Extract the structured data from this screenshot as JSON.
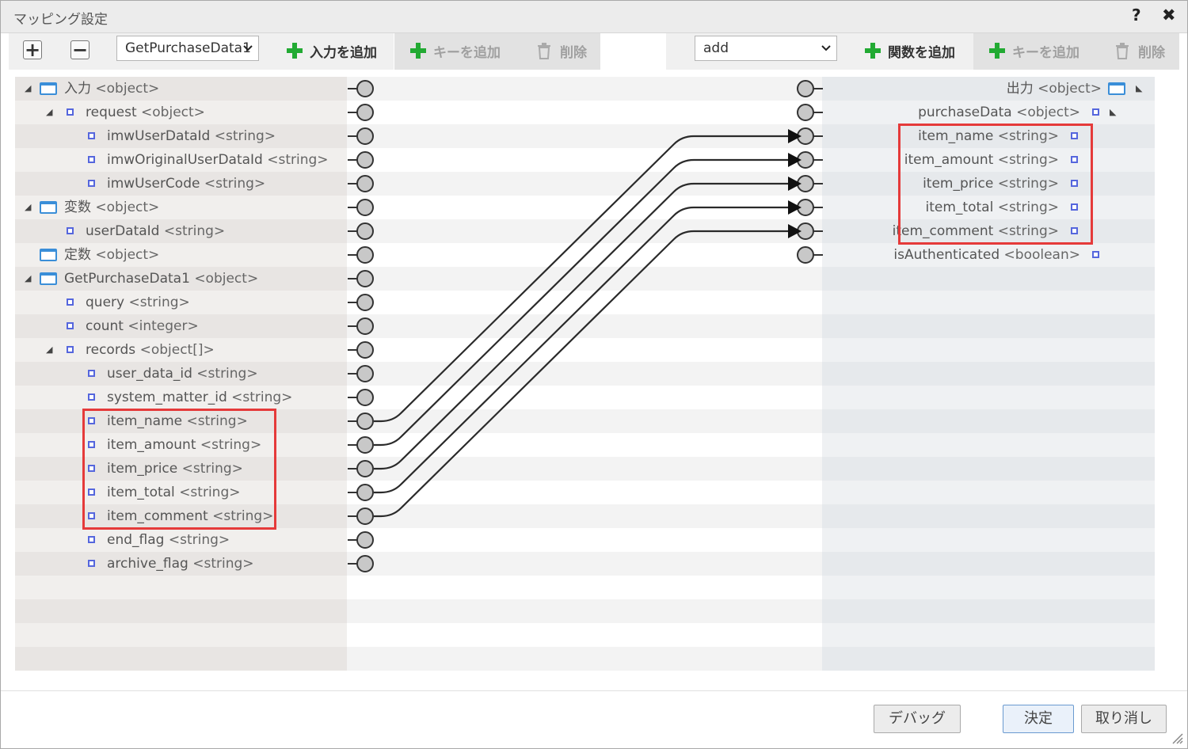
{
  "window": {
    "title": "マッピング設定",
    "help_glyph": "?",
    "close_glyph": "✖"
  },
  "toolbar_left": {
    "expand_glyph": "+",
    "collapse_glyph": "−",
    "source_select_value": "GetPurchaseData1",
    "add_input_label": "入力を追加",
    "add_key_label": "キーを追加",
    "delete_label": "削除"
  },
  "toolbar_right": {
    "function_select_value": "add",
    "add_function_label": "関数を追加",
    "add_key_label": "キーを追加",
    "delete_label": "削除"
  },
  "input_tree": [
    {
      "name": "入力",
      "type": "<object>",
      "level": 0,
      "kind": "object",
      "expandable": true
    },
    {
      "name": "request",
      "type": "<object>",
      "level": 1,
      "kind": "field",
      "expandable": true
    },
    {
      "name": "imwUserDataId",
      "type": "<string>",
      "level": 2,
      "kind": "field",
      "expandable": false
    },
    {
      "name": "imwOriginalUserDataId",
      "type": "<string>",
      "level": 2,
      "kind": "field",
      "expandable": false
    },
    {
      "name": "imwUserCode",
      "type": "<string>",
      "level": 2,
      "kind": "field",
      "expandable": false
    },
    {
      "name": "変数",
      "type": "<object>",
      "level": 0,
      "kind": "object",
      "expandable": true
    },
    {
      "name": "userDataId",
      "type": "<string>",
      "level": 1,
      "kind": "field",
      "expandable": false
    },
    {
      "name": "定数",
      "type": "<object>",
      "level": 0,
      "kind": "object",
      "expandable": false
    },
    {
      "name": "GetPurchaseData1",
      "type": "<object>",
      "level": 0,
      "kind": "object",
      "expandable": true
    },
    {
      "name": "query",
      "type": "<string>",
      "level": 1,
      "kind": "field",
      "expandable": false
    },
    {
      "name": "count",
      "type": "<integer>",
      "level": 1,
      "kind": "field",
      "expandable": false
    },
    {
      "name": "records",
      "type": "<object[]>",
      "level": 1,
      "kind": "field",
      "expandable": true
    },
    {
      "name": "user_data_id",
      "type": "<string>",
      "level": 2,
      "kind": "field",
      "expandable": false
    },
    {
      "name": "system_matter_id",
      "type": "<string>",
      "level": 2,
      "kind": "field",
      "expandable": false
    },
    {
      "name": "item_name",
      "type": "<string>",
      "level": 2,
      "kind": "field",
      "expandable": false
    },
    {
      "name": "item_amount",
      "type": "<string>",
      "level": 2,
      "kind": "field",
      "expandable": false
    },
    {
      "name": "item_price",
      "type": "<string>",
      "level": 2,
      "kind": "field",
      "expandable": false
    },
    {
      "name": "item_total",
      "type": "<string>",
      "level": 2,
      "kind": "field",
      "expandable": false
    },
    {
      "name": "item_comment",
      "type": "<string>",
      "level": 2,
      "kind": "field",
      "expandable": false
    },
    {
      "name": "end_flag",
      "type": "<string>",
      "level": 2,
      "kind": "field",
      "expandable": false
    },
    {
      "name": "archive_flag",
      "type": "<string>",
      "level": 2,
      "kind": "field",
      "expandable": false
    }
  ],
  "output_tree": [
    {
      "name": "出力",
      "type": "<object>",
      "level": 0,
      "kind": "object",
      "expandable": true
    },
    {
      "name": "purchaseData",
      "type": "<object>",
      "level": 1,
      "kind": "field",
      "expandable": true
    },
    {
      "name": "item_name",
      "type": "<string>",
      "level": 2,
      "kind": "field",
      "expandable": false
    },
    {
      "name": "item_amount",
      "type": "<string>",
      "level": 2,
      "kind": "field",
      "expandable": false
    },
    {
      "name": "item_price",
      "type": "<string>",
      "level": 2,
      "kind": "field",
      "expandable": false
    },
    {
      "name": "item_total",
      "type": "<string>",
      "level": 2,
      "kind": "field",
      "expandable": false
    },
    {
      "name": "item_comment",
      "type": "<string>",
      "level": 2,
      "kind": "field",
      "expandable": false
    },
    {
      "name": "isAuthenticated",
      "type": "<boolean>",
      "level": 1,
      "kind": "field",
      "expandable": false
    }
  ],
  "mappings": [
    {
      "from": 14,
      "to": 2
    },
    {
      "from": 15,
      "to": 3
    },
    {
      "from": 16,
      "to": 4
    },
    {
      "from": 17,
      "to": 5
    },
    {
      "from": 18,
      "to": 6
    }
  ],
  "highlights": {
    "color": "#e53a3a"
  },
  "footer": {
    "debug_label": "デバッグ",
    "ok_label": "決定",
    "cancel_label": "取り消し"
  },
  "colors": {
    "accent": "#3a8ed8",
    "field_marker": "#5566dd",
    "add_icon": "#22aa33"
  }
}
